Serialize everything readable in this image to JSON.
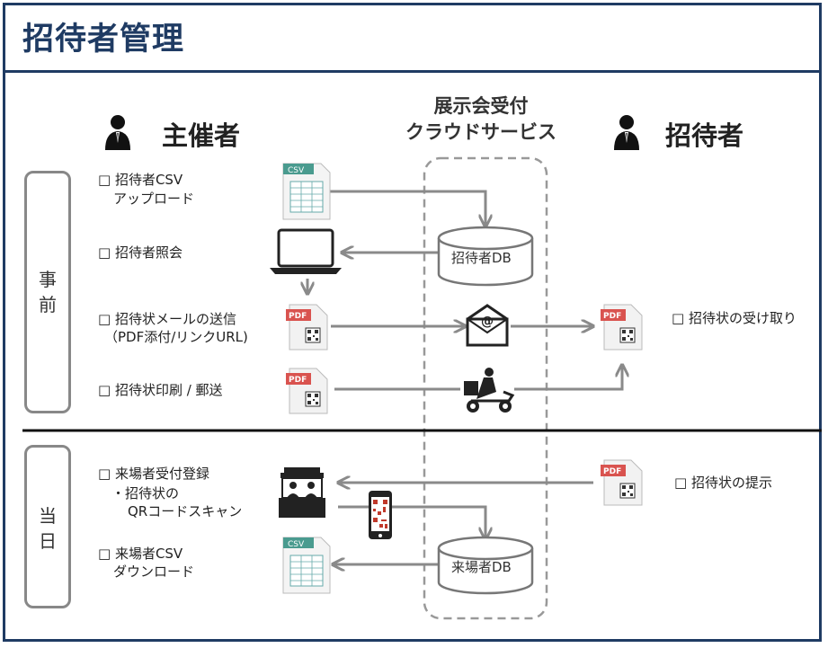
{
  "page": {
    "title": "招待者管理"
  },
  "roles": {
    "organizer": "主催者",
    "invitee": "招待者"
  },
  "service": {
    "line1": "展示会受付",
    "line2": "クラウドサービス"
  },
  "phases": {
    "before": [
      "事",
      "前"
    ],
    "day": [
      "当",
      "日"
    ]
  },
  "steps": {
    "upload": [
      "□ 招待者CSV",
      "アップロード"
    ],
    "lookup": "□ 招待者照会",
    "mail": [
      "□ 招待状メールの送信",
      "（PDF添付/リンクURL)"
    ],
    "print": "□ 招待状印刷 / 郵送",
    "receive": "□ 招待状の受け取り",
    "register": [
      "□ 来場者受付登録",
      "・招待状の",
      "QRコードスキャン"
    ],
    "download": [
      "□ 来場者CSV",
      "ダウンロード"
    ],
    "present": "□ 招待状の提示"
  },
  "databases": {
    "invitee_db": "招待者DB",
    "visitor_db": "来場者DB"
  },
  "file_labels": {
    "csv": "CSV",
    "pdf": "PDF"
  },
  "icons": [
    "person-icon",
    "csv-file-icon",
    "laptop-icon",
    "pdf-file-icon",
    "email-icon",
    "delivery-scooter-icon",
    "reception-booth-icon",
    "smartphone-qr-icon",
    "database-icon"
  ],
  "colors": {
    "title": "#1f3b63",
    "arrow": "#8a8a8a",
    "pdf_red": "#d9534f",
    "csv_green": "#4a9b8f"
  }
}
